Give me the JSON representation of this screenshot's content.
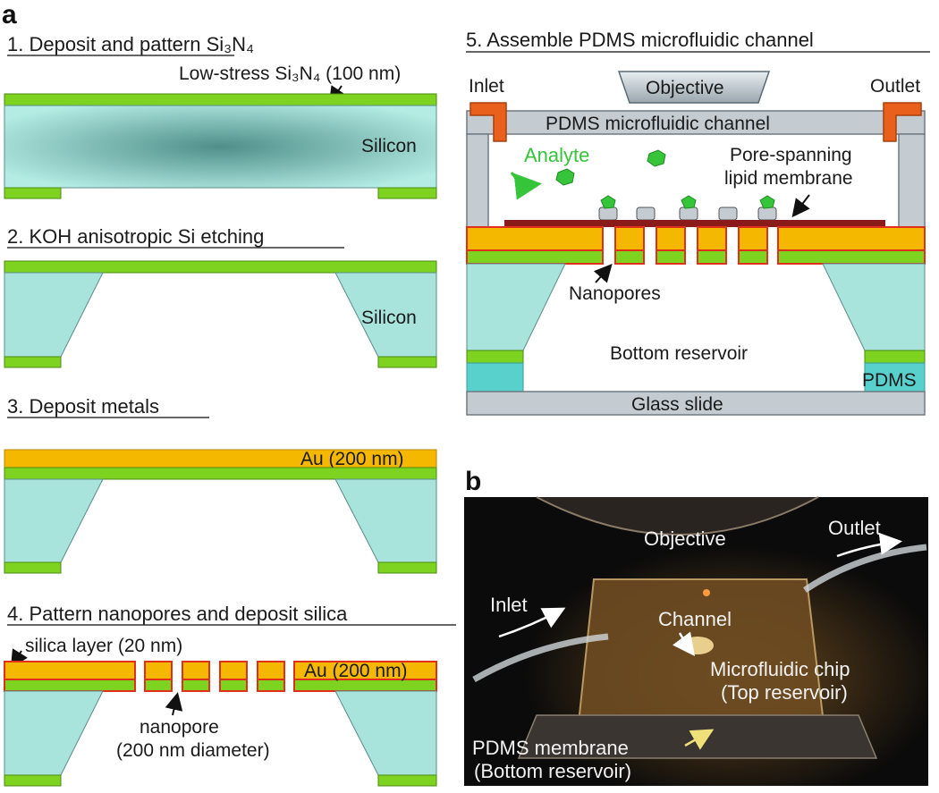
{
  "panels": {
    "a": "a",
    "b": "b"
  },
  "steps": {
    "s1": "1. Deposit and pattern Si₃N₄",
    "s2": "2. KOH anisotropic Si etching",
    "s3": "3. Deposit metals",
    "s4": "4. Pattern nanopores and deposit silica",
    "s5": "5. Assemble PDMS microfluidic channel"
  },
  "labels": {
    "low_stress": "Low-stress Si₃N₄ (100 nm)",
    "silicon_1": "Silicon",
    "silicon_2": "Silicon",
    "au_3": "Au (200 nm)",
    "silica_layer": "silica layer (20 nm)",
    "au_4": "Au (200 nm)",
    "nanopore": "nanopore",
    "nanopore_diam": "(200 nm diameter)",
    "inlet": "Inlet",
    "outlet": "Outlet",
    "objective": "Objective",
    "pdms_channel": "PDMS microfluidic channel",
    "analyte": "Analyte",
    "pore_spanning": "Pore-spanning",
    "lipid_membrane": "lipid membrane",
    "nanopores": "Nanopores",
    "bottom_reservoir": "Bottom reservoir",
    "pdms": "PDMS",
    "glass_slide": "Glass slide"
  },
  "photo": {
    "objective": "Objective",
    "outlet": "Outlet",
    "inlet": "Inlet",
    "channel": "Channel",
    "chip_1": "Microfluidic chip",
    "chip_2": "(Top reservoir)",
    "membrane_1": "PDMS membrane",
    "membrane_2": "(Bottom reservoir)"
  },
  "colors": {
    "nitride": "#7ed321",
    "silicon": "#a8e4dc",
    "gold": "#f5b800",
    "silica_outline": "#e0301a",
    "pdms_gray": "#c4ccd2",
    "lipid": "#8b1a1a",
    "analyte": "#35c43a",
    "inlet_tube": "#e8601c"
  }
}
